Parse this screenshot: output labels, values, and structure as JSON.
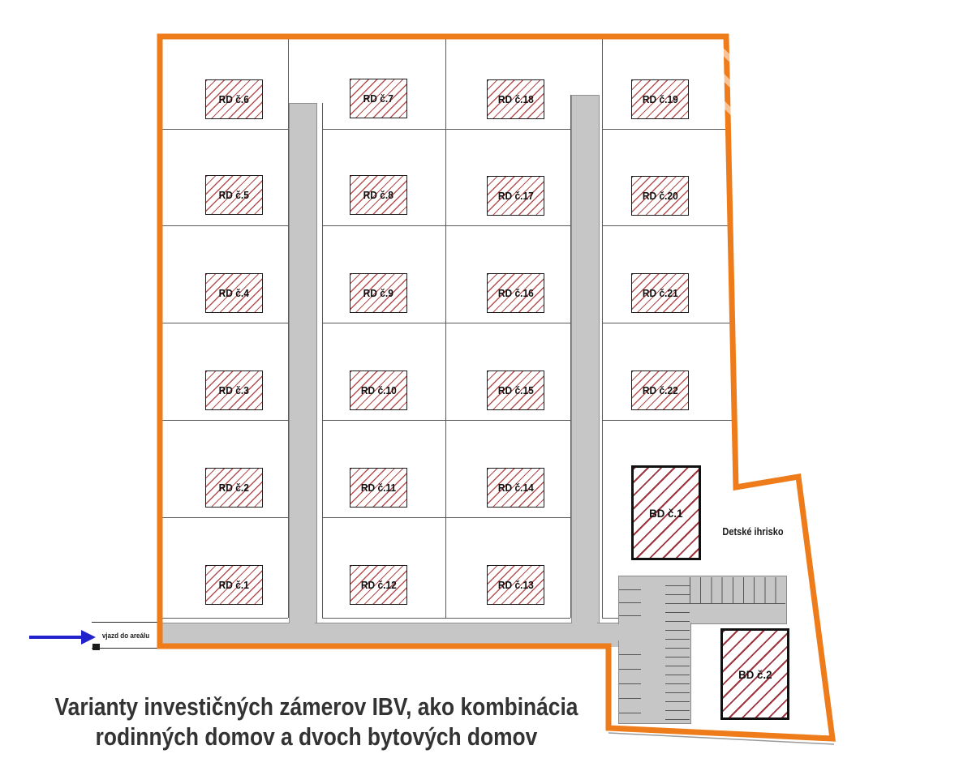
{
  "caption": {
    "line1": "Varianty investičných zámerov IBV, ako kombinácia",
    "line2": "rodinných domov a dvoch bytových domov"
  },
  "entrance": {
    "label": "vjazd do areálu"
  },
  "playground": {
    "label": "Detské ihrisko"
  },
  "plots": {
    "rd": [
      "RD č.1",
      "RD č.2",
      "RD č.3",
      "RD č.4",
      "RD č.5",
      "RD č.6",
      "RD č.7",
      "RD č.8",
      "RD č.9",
      "RD č.10",
      "RD č.11",
      "RD č.12",
      "RD č.13",
      "RD č.14",
      "RD č.15",
      "RD č.16",
      "RD č.17",
      "RD č.18",
      "RD č.19",
      "RD č.20",
      "RD č.21",
      "RD č.22"
    ],
    "bd": [
      "BD č.1",
      "BD č.2"
    ]
  },
  "colors": {
    "boundary_orange": "#EE7C1B",
    "road_gray": "#C6C6C6",
    "hatch_red": "#A83232",
    "arrow_blue": "#2222CC"
  }
}
